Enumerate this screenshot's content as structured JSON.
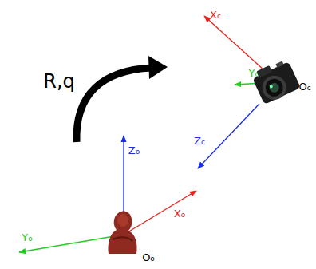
{
  "diagram": {
    "labels": [
      "R,q",
      "Xc",
      "Yc",
      "Zc",
      "Oc",
      "Zo",
      "Xo",
      "Yo",
      "Oo"
    ]
  }
}
